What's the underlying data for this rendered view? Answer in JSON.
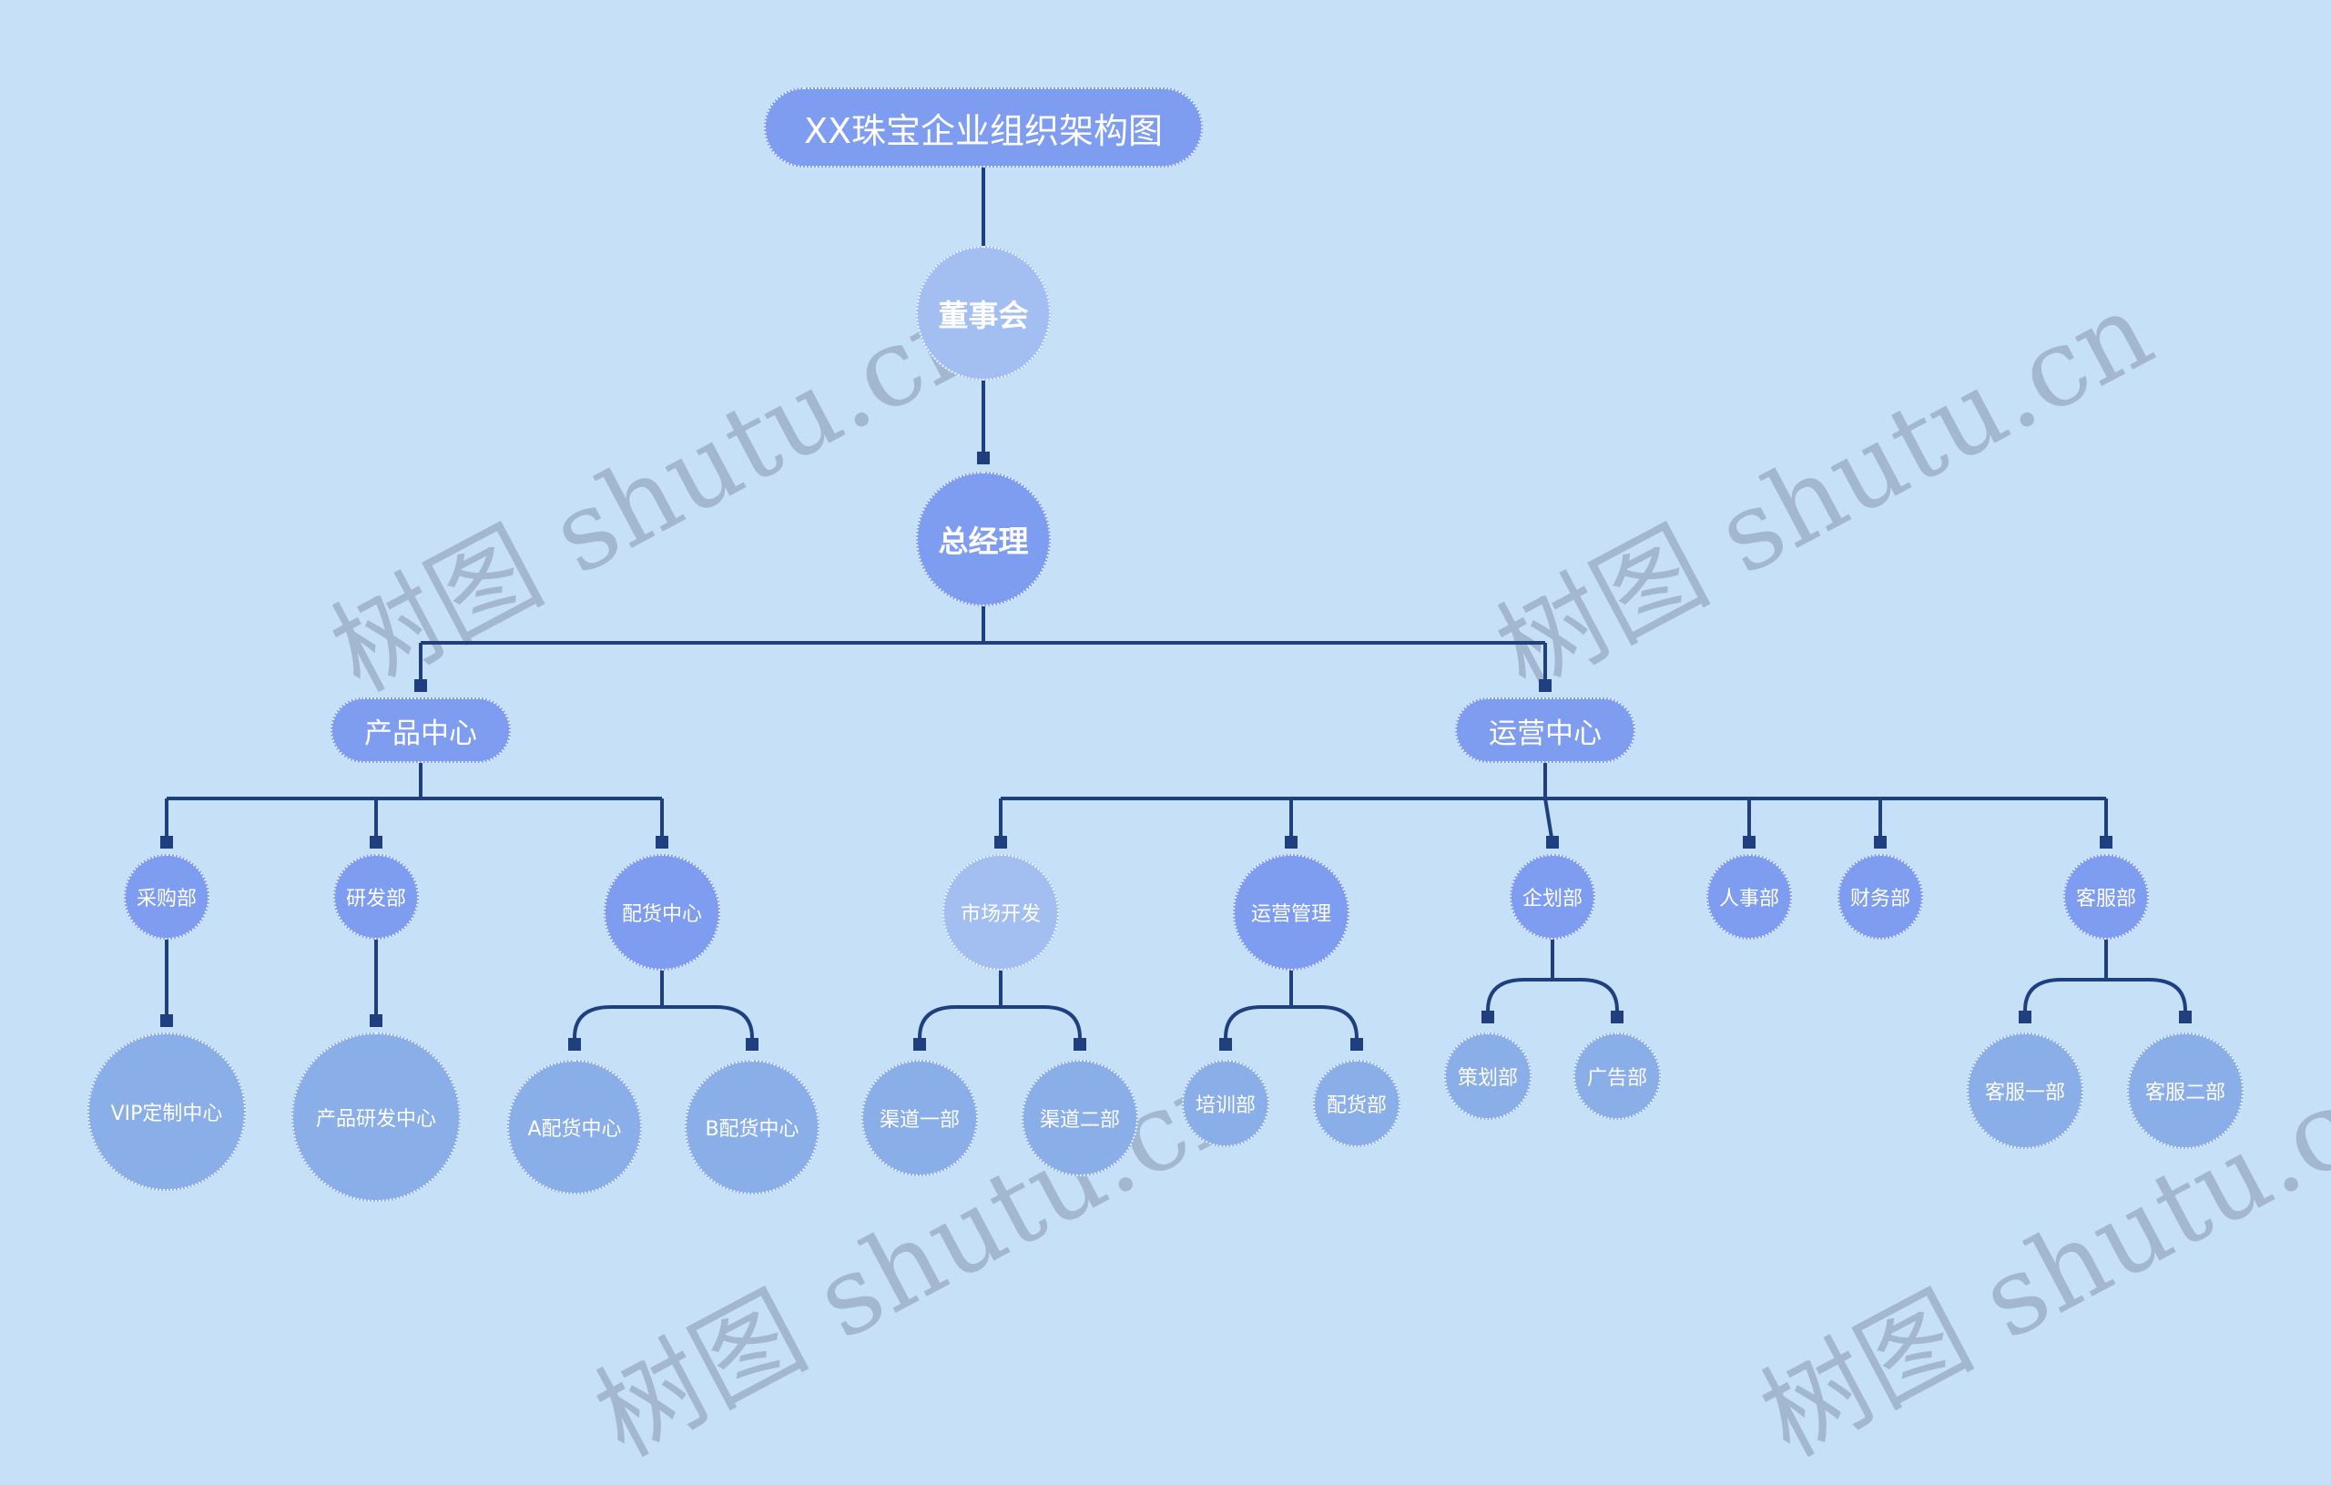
{
  "colors": {
    "background": "#c6e0f8",
    "line": "#1f3f7f",
    "node_primary": "#7e9df0",
    "node_light": "#a3bff2",
    "node_leaf": "#8aaee8"
  },
  "watermark": "树图 shutu.cn",
  "title": "XX珠宝企业组织架构图",
  "board": "董事会",
  "gm": "总经理",
  "centers": {
    "product": {
      "label": "产品中心",
      "depts": {
        "purchasing": {
          "label": "采购部",
          "children": [
            "VIP定制中心"
          ]
        },
        "rnd": {
          "label": "研发部",
          "children": [
            "产品研发中心"
          ]
        },
        "distribution": {
          "label": "配货中心",
          "children": [
            "A配货中心",
            "B配货中心"
          ]
        }
      }
    },
    "operations": {
      "label": "运营中心",
      "depts": {
        "market": {
          "label": "市场开发",
          "children": [
            "渠道一部",
            "渠道二部"
          ]
        },
        "opsmgmt": {
          "label": "运营管理",
          "children": [
            "培训部",
            "配货部"
          ]
        },
        "planning": {
          "label": "企划部",
          "children": [
            "策划部",
            "广告部"
          ]
        },
        "hr": {
          "label": "人事部",
          "children": []
        },
        "finance": {
          "label": "财务部",
          "children": []
        },
        "service": {
          "label": "客服部",
          "children": [
            "客服一部",
            "客服二部"
          ]
        }
      }
    }
  }
}
